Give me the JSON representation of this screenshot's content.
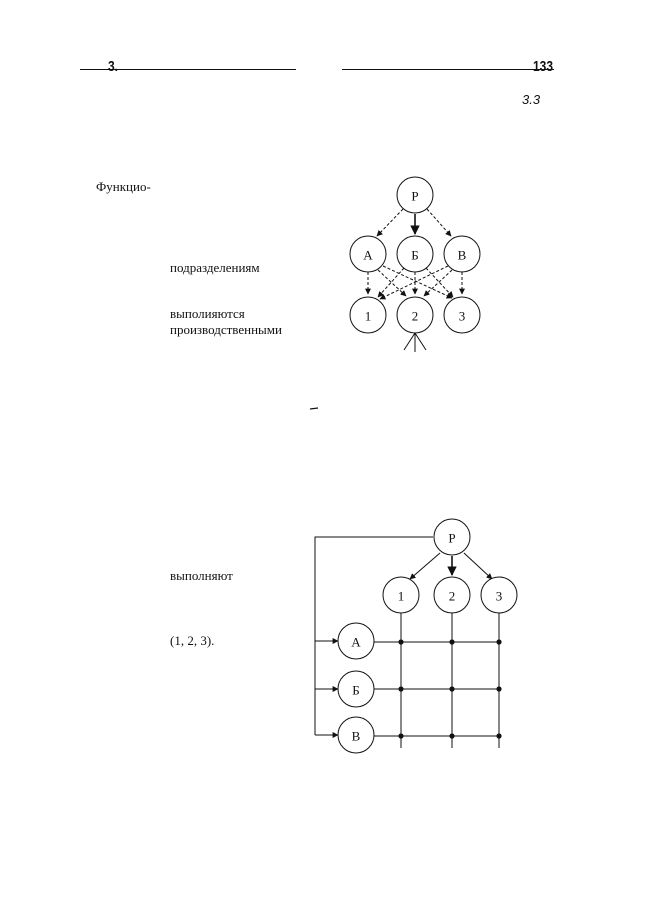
{
  "running_head": {
    "chapter": "3.",
    "page_number": "133"
  },
  "section_ref": "3.3",
  "text_fragments": {
    "functional_heading": "Функцио-",
    "to_divisions": "подразделениям",
    "performed": "выполияются",
    "production": "производственными",
    "perform": "выполняют",
    "units_list": "(1, 2, 3)."
  },
  "diagram_functional": {
    "top_node": "Р",
    "functional_nodes": [
      "А",
      "Б",
      "В"
    ],
    "production_nodes": [
      "1",
      "2",
      "3"
    ]
  },
  "diagram_linear_functional": {
    "top_node": "Р",
    "production_nodes": [
      "1",
      "2",
      "3"
    ],
    "functional_nodes": [
      "А",
      "Б",
      "В"
    ]
  }
}
